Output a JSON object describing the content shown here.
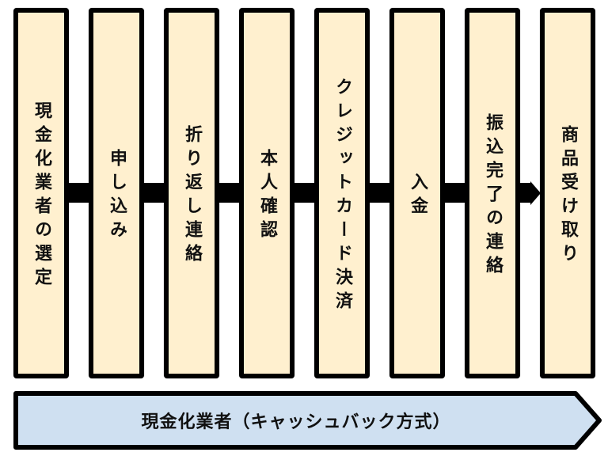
{
  "diagram": {
    "type": "process-flow",
    "colors": {
      "step_fill": "#fff0cf",
      "step_border": "#000000",
      "connector": "#000000",
      "category_fill": "#cfe0f1",
      "category_border": "#000000",
      "text": "#111111"
    },
    "steps": [
      {
        "label": "現金化業者の選定"
      },
      {
        "label": "申し込み"
      },
      {
        "label": "折り返し連絡"
      },
      {
        "label": "本人確認"
      },
      {
        "label": "クレジットカード決済"
      },
      {
        "label": "入金"
      },
      {
        "label": "振込完了の連絡"
      },
      {
        "label": "商品受け取り"
      }
    ],
    "category": {
      "label": "現金化業者（キャッシュバック方式）"
    }
  }
}
